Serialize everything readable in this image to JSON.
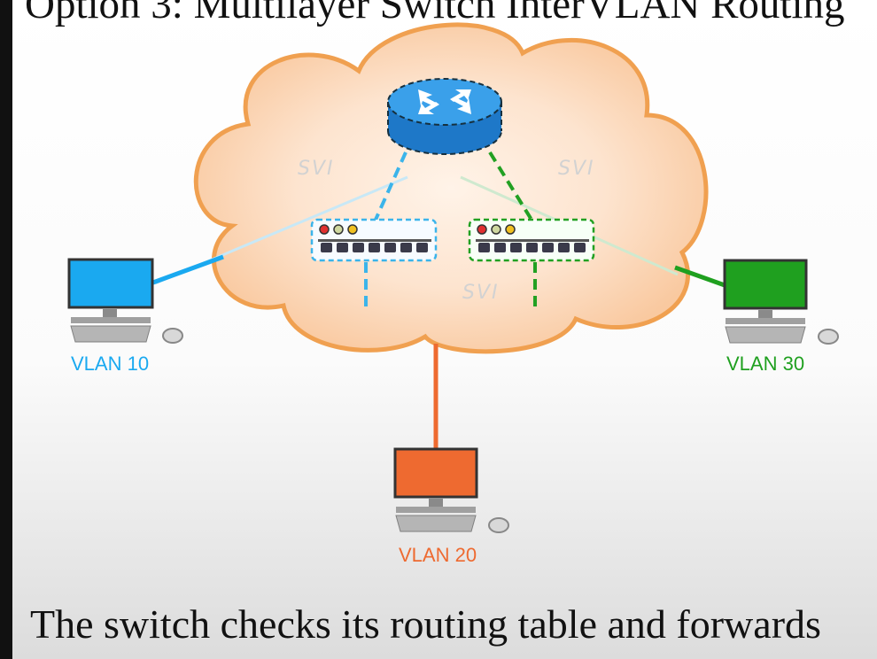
{
  "title": "Option 3: Multilayer Switch InterVLAN Routing",
  "caption": "The switch checks its routing table and forwards",
  "svi_labels": [
    "SVI",
    "SVI",
    "SVI"
  ],
  "hosts": [
    {
      "label": "VLAN 10",
      "color": "#1aa9f0"
    },
    {
      "label": "VLAN 20",
      "color": "#ee6a30"
    },
    {
      "label": "VLAN 30",
      "color": "#1fa01f"
    }
  ],
  "colors": {
    "cloud_fill": "#fddcc2",
    "cloud_outline": "#f0a050",
    "router": "#2a8ee0",
    "link_vlan10": "#3bb4ea",
    "link_vlan20": "#ee6a30",
    "link_vlan30": "#22a022"
  },
  "icons": [
    "router-icon",
    "switch-icon",
    "computer-icon",
    "mouse-icon"
  ]
}
